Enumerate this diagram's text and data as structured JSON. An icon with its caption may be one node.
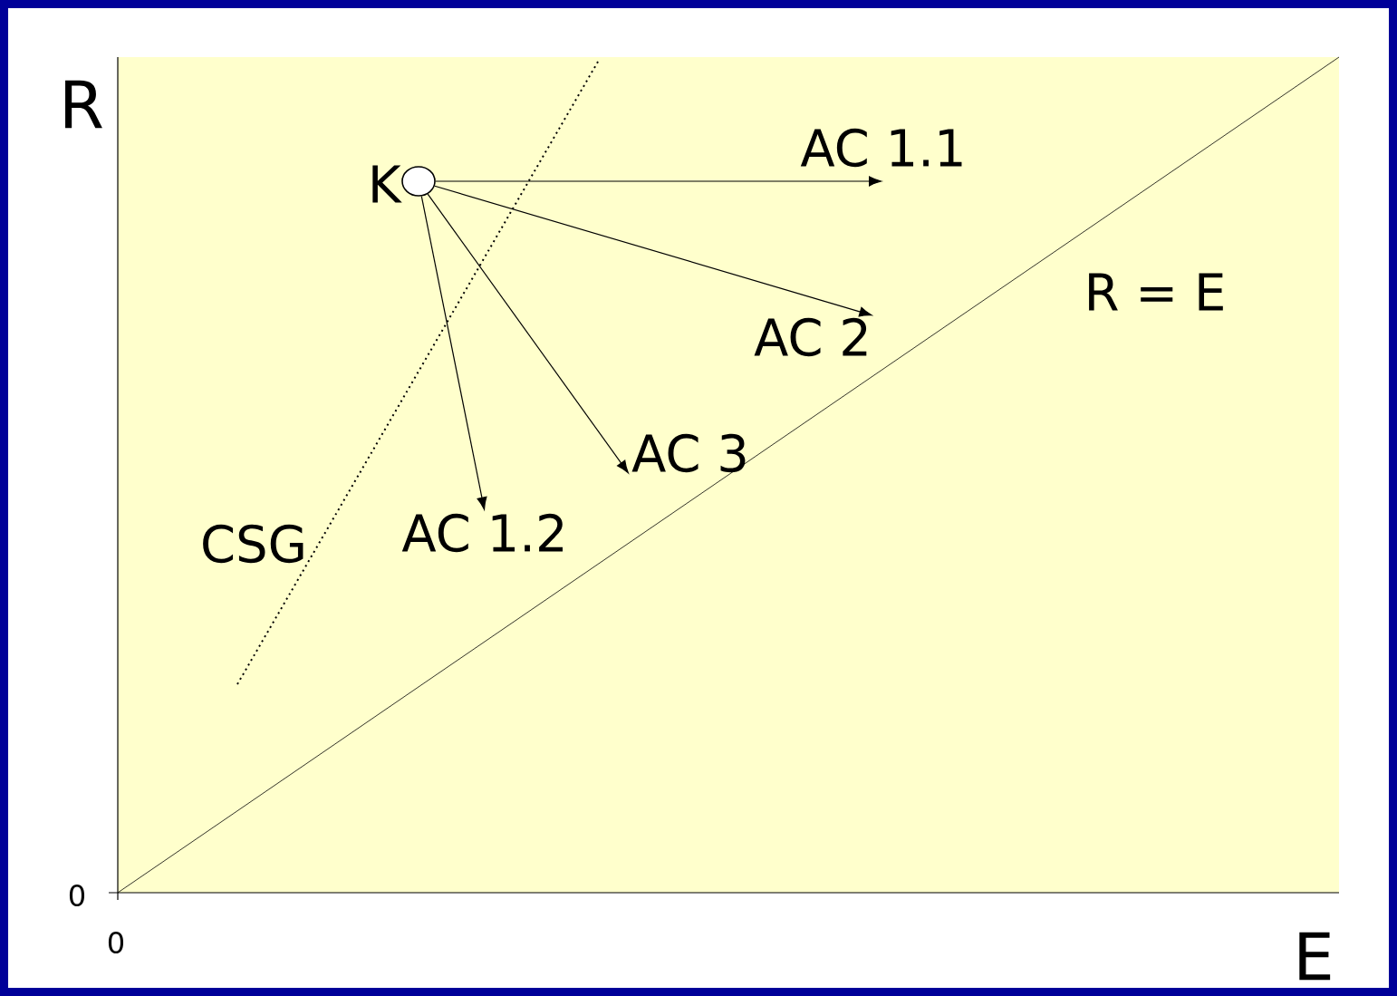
{
  "diagram": {
    "nodes": [
      {
        "text": [],
        "shape": "circle",
        "beside": [
          "K"
        ]
      },
      {
        "text": [
          "AC 1.1"
        ]
      },
      {
        "text": [
          "AC 2"
        ]
      },
      {
        "text": [
          "AC 3"
        ]
      },
      {
        "text": [
          "AC 1.2"
        ]
      }
    ],
    "edges": [
      {
        "from": 0,
        "to": 1,
        "arrow": "to"
      },
      {
        "from": 0,
        "to": 2,
        "arrow": "to"
      },
      {
        "from": 0,
        "to": 3,
        "arrow": "to"
      },
      {
        "from": 0,
        "to": 4,
        "arrow": "to"
      }
    ],
    "labels": [
      "R",
      "R = E",
      "CSG",
      "0",
      "0",
      "E"
    ]
  }
}
